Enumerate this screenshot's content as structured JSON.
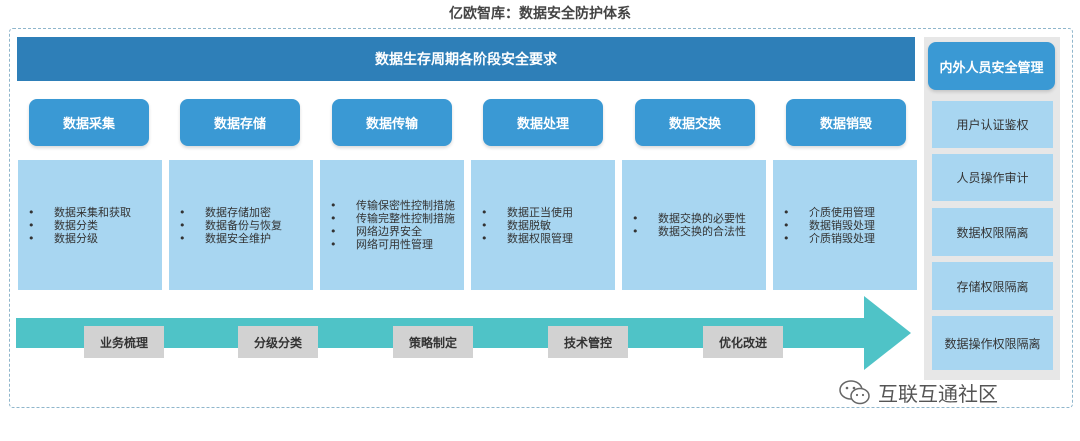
{
  "title": "亿欧智库：数据安全防护体系",
  "banner": "数据生存周期各阶段安全要求",
  "stages": [
    {
      "label": "数据采集",
      "items": [
        "数据采集和获取",
        "数据分类",
        "数据分级"
      ]
    },
    {
      "label": "数据存储",
      "items": [
        "数据存储加密",
        "数据备份与恢复",
        "数据安全维护"
      ]
    },
    {
      "label": "数据传输",
      "items": [
        "传输保密性控制措施",
        "传输完整性控制措施",
        "网络边界安全",
        "网络可用性管理"
      ]
    },
    {
      "label": "数据处理",
      "items": [
        "数据正当使用",
        "数据脱敏",
        "数据权限管理"
      ]
    },
    {
      "label": "数据交换",
      "items": [
        "数据交换的必要性",
        "数据交换的合法性"
      ]
    },
    {
      "label": "数据销毁",
      "items": [
        "介质使用管理",
        "数据销毁处理",
        "介质销毁处理"
      ]
    }
  ],
  "process_steps": [
    "业务梳理",
    "分级分类",
    "策略制定",
    "技术管控",
    "优化改进"
  ],
  "right_panel": {
    "header": "内外人员安全管理",
    "items": [
      "用户认证鉴权",
      "人员操作审计",
      "数据权限隔离",
      "存储权限隔离",
      "数据操作权限隔离"
    ]
  },
  "watermark": "互联互通社区",
  "colors": {
    "banner": "#2e7fb8",
    "stage": "#3a99d4",
    "card": "#a8d6f1",
    "arrow": "#4fc3c7",
    "step": "#d2d2d2"
  }
}
